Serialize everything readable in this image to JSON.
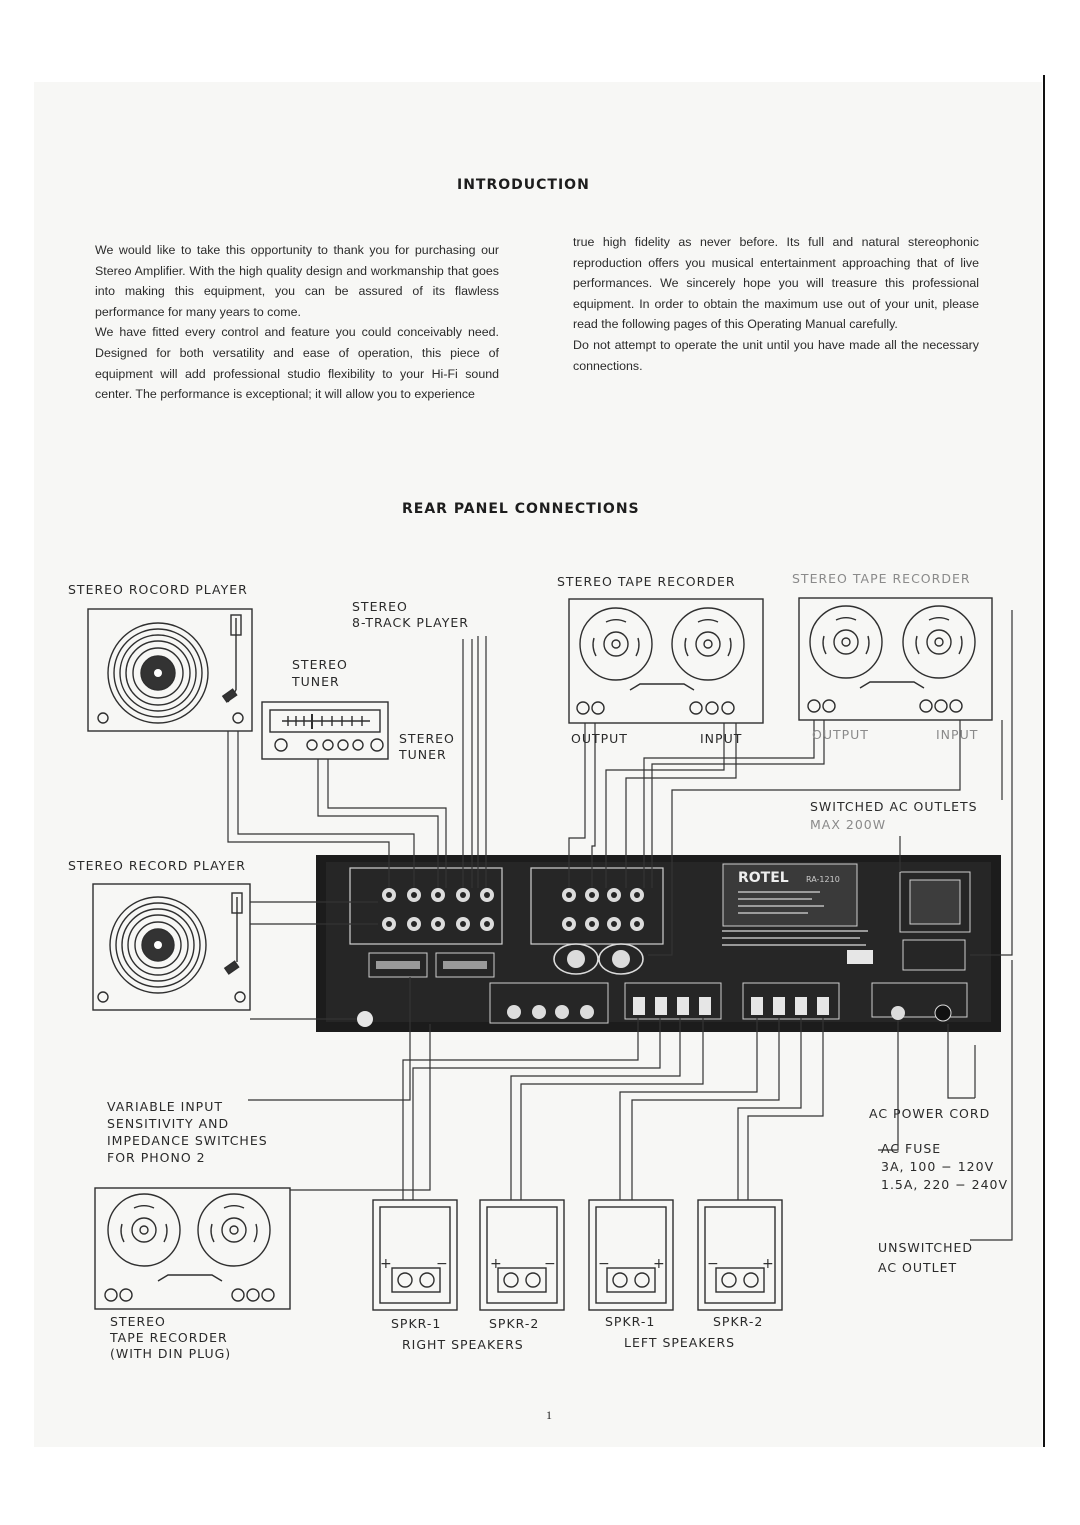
{
  "intro": {
    "heading": "INTRODUCTION",
    "left_col": [
      "We would like to take this opportunity to thank you for purchasing our Stereo Amplifier. With the high quality design and workmanship that goes into making this equipment, you can be assured of its flawless performance for many years to come.",
      "We have fitted every control and feature you could conceivably need. Designed for both versatility and ease of operation, this piece of equipment will add professional studio flexibility to your Hi-Fi sound center. The performance is exceptional; it will allow you to experience"
    ],
    "right_col": [
      "true high fidelity as never before. Its full and natural stereophonic reproduction offers you musical entertainment approaching that of live performances. We sincerely hope you will treasure this professional equipment. In order to obtain the maximum use out of your unit, please read the following pages of this Operating Manual carefully.",
      "Do not attempt to operate the unit until you have made all the necessary connections."
    ]
  },
  "rear": {
    "heading": "REAR PANEL CONNECTIONS",
    "labels": {
      "record_player_top": "STEREO ROCORD PLAYER",
      "eight_track": [
        "STEREO",
        "8-TRACK PLAYER"
      ],
      "tuner_a": [
        "STEREO",
        "TUNER"
      ],
      "tuner_b": [
        "STEREO",
        "TUNER"
      ],
      "tape_recorder_1": "STEREO TAPE RECORDER",
      "tape_recorder_2": "STEREO TAPE RECORDER",
      "output_1": "OUTPUT",
      "input_1": "INPUT",
      "output_2": "OUTPUT",
      "input_2": "INPUT",
      "switched_outlets": [
        "SWITCHED AC OUTLETS",
        "MAX 200W"
      ],
      "record_player_bottom": "STEREO RECORD PLAYER",
      "variable_input": [
        "VARIABLE INPUT",
        "SENSITIVITY AND",
        "IMPEDANCE SWITCHES",
        "FOR PHONO 2"
      ],
      "ac_power_cord": "AC POWER CORD",
      "ac_fuse": [
        "AC FUSE",
        "3A, 100 − 120V",
        "1.5A, 220 − 240V"
      ],
      "unswitched": [
        "UNSWITCHED",
        "AC OUTLET"
      ],
      "din_tape": [
        "STEREO",
        "TAPE RECORDER",
        "(WITH DIN PLUG)"
      ],
      "speakers": [
        "SPKR-1",
        "SPKR-2",
        "SPKR-1",
        "SPKR-2"
      ],
      "right_speakers": "RIGHT SPEAKERS",
      "left_speakers": "LEFT SPEAKERS",
      "brand": "ROTEL",
      "model": "RA-1210"
    }
  },
  "page_number": "1"
}
